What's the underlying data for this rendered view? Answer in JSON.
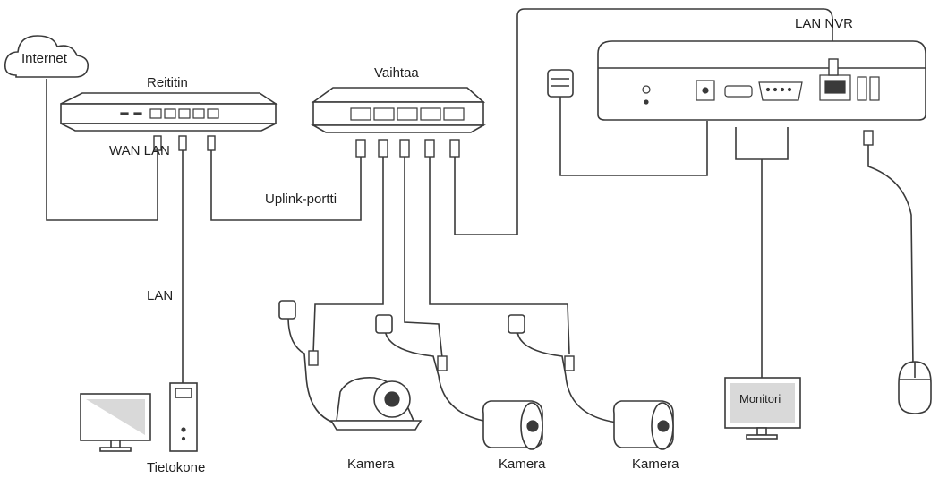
{
  "labels": {
    "internet": "Internet",
    "router": "Reititin",
    "switch": "Vaihtaa",
    "lan_nvr": "LAN NVR",
    "wan_lan": "WAN LAN",
    "uplink": "Uplink-portti",
    "lan": "LAN",
    "computer": "Tietokone",
    "camera1": "Kamera",
    "camera2": "Kamera",
    "camera3": "Kamera",
    "monitor": "Monitori"
  },
  "colors": {
    "line": "#3a3a3a",
    "screen": "#d9d9d9",
    "background": "#ffffff"
  }
}
